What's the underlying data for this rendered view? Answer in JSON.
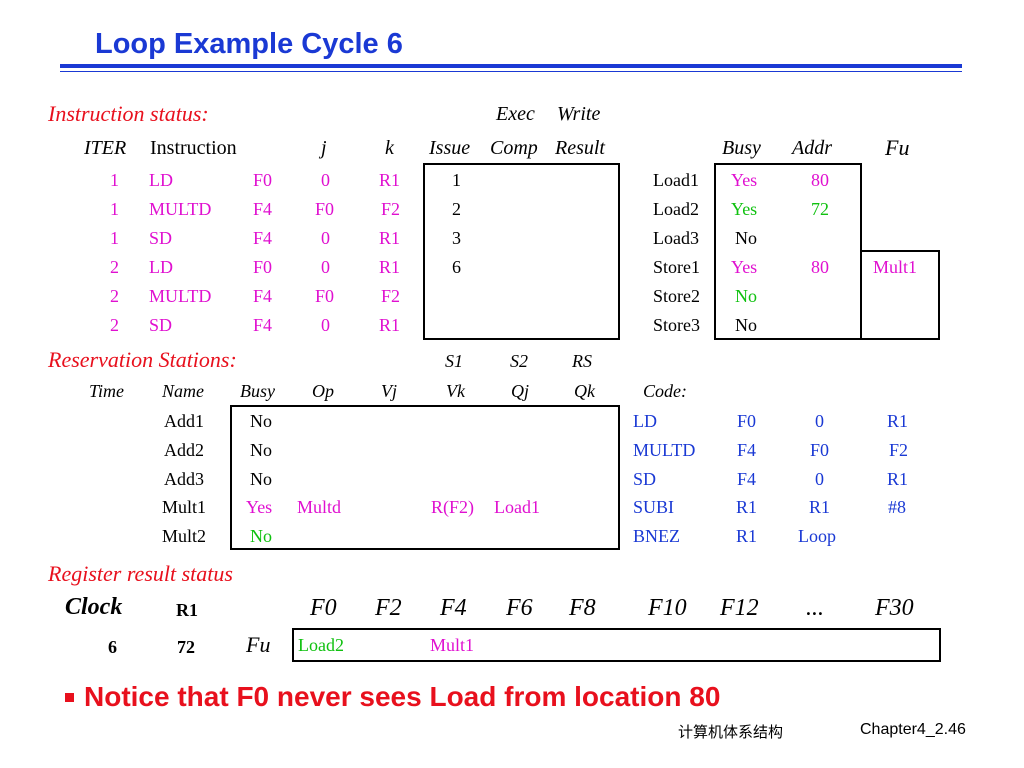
{
  "title": "Loop Example Cycle 6",
  "instruction_status": {
    "label": "Instruction status:",
    "exec_label": "Exec",
    "write_label": "Write",
    "headers": [
      "ITER",
      "Instruction",
      "j",
      "k",
      "Issue",
      "Comp",
      "Result"
    ],
    "rows": [
      {
        "iter": "1",
        "op": "LD",
        "dest": "F0",
        "j": "0",
        "k": "R1",
        "issue": "1",
        "comp": "",
        "result": ""
      },
      {
        "iter": "1",
        "op": "MULTD",
        "dest": "F4",
        "j": "F0",
        "k": "F2",
        "issue": "2",
        "comp": "",
        "result": ""
      },
      {
        "iter": "1",
        "op": "SD",
        "dest": "F4",
        "j": "0",
        "k": "R1",
        "issue": "3",
        "comp": "",
        "result": ""
      },
      {
        "iter": "2",
        "op": "LD",
        "dest": "F0",
        "j": "0",
        "k": "R1",
        "issue": "6",
        "comp": "",
        "result": ""
      },
      {
        "iter": "2",
        "op": "MULTD",
        "dest": "F4",
        "j": "F0",
        "k": "F2",
        "issue": "",
        "comp": "",
        "result": ""
      },
      {
        "iter": "2",
        "op": "SD",
        "dest": "F4",
        "j": "0",
        "k": "R1",
        "issue": "",
        "comp": "",
        "result": ""
      }
    ]
  },
  "load_store_buffers": {
    "headers": [
      "Busy",
      "Addr",
      "Fu"
    ],
    "rows": [
      {
        "name": "Load1",
        "busy": "Yes",
        "addr": "80",
        "fu": ""
      },
      {
        "name": "Load2",
        "busy": "Yes",
        "addr": "72",
        "fu": ""
      },
      {
        "name": "Load3",
        "busy": "No",
        "addr": "",
        "fu": ""
      },
      {
        "name": "Store1",
        "busy": "Yes",
        "addr": "80",
        "fu": "Mult1"
      },
      {
        "name": "Store2",
        "busy": "No",
        "addr": "",
        "fu": ""
      },
      {
        "name": "Store3",
        "busy": "No",
        "addr": "",
        "fu": ""
      }
    ]
  },
  "reservation_stations": {
    "label": "Reservation Stations:",
    "top_headers": [
      "S1",
      "S2",
      "RS"
    ],
    "headers": [
      "Time",
      "Name",
      "Busy",
      "Op",
      "Vj",
      "Vk",
      "Qj",
      "Qk"
    ],
    "rows": [
      {
        "name": "Add1",
        "busy": "No",
        "op": "",
        "vj": "",
        "vk": "",
        "qj": "",
        "qk": ""
      },
      {
        "name": "Add2",
        "busy": "No",
        "op": "",
        "vj": "",
        "vk": "",
        "qj": "",
        "qk": ""
      },
      {
        "name": "Add3",
        "busy": "No",
        "op": "",
        "vj": "",
        "vk": "",
        "qj": "",
        "qk": ""
      },
      {
        "name": "Mult1",
        "busy": "Yes",
        "op": "Multd",
        "vj": "",
        "vk": "R(F2)",
        "qj": "Load1",
        "qk": ""
      },
      {
        "name": "Mult2",
        "busy": "No",
        "op": "",
        "vj": "",
        "vk": "",
        "qj": "",
        "qk": ""
      }
    ]
  },
  "code": {
    "label": "Code:",
    "lines": [
      {
        "op": "LD",
        "a": "F0",
        "b": "0",
        "c": "R1"
      },
      {
        "op": "MULTD",
        "a": "F4",
        "b": "F0",
        "c": "F2"
      },
      {
        "op": "SD",
        "a": "F4",
        "b": "0",
        "c": "R1"
      },
      {
        "op": "SUBI",
        "a": "R1",
        "b": "R1",
        "c": "#8"
      },
      {
        "op": "BNEZ",
        "a": "R1",
        "b": "Loop",
        "c": ""
      }
    ]
  },
  "register_status": {
    "label": "Register result status",
    "clock_label": "Clock",
    "r1_label": "R1",
    "clock_value": "6",
    "r1_value": "72",
    "fu_label": "Fu",
    "registers": [
      "F0",
      "F2",
      "F4",
      "F6",
      "F8",
      "F10",
      "F12",
      "...",
      "F30"
    ],
    "fu_values": [
      "Load2",
      "",
      "Mult1",
      "",
      "",
      "",
      "",
      "",
      ""
    ]
  },
  "notice": "Notice that F0 never sees Load from location 80",
  "footer": {
    "course": "计算机体系结构",
    "page": "Chapter4_2.46"
  },
  "colors": {
    "title_blue": "#1a39d4",
    "section_red": "#e8101d",
    "magenta": "#e010d0",
    "green": "#0fc10f"
  }
}
